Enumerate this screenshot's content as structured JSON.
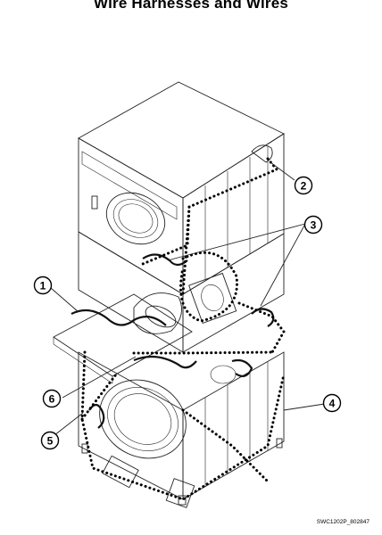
{
  "title": "Wire Harnesses and Wires",
  "part_number": "SWC1202P_802847",
  "callouts": [
    "1",
    "2",
    "3",
    "4",
    "5",
    "6"
  ],
  "colors": {
    "ink": "#000000",
    "background": "#ffffff"
  }
}
